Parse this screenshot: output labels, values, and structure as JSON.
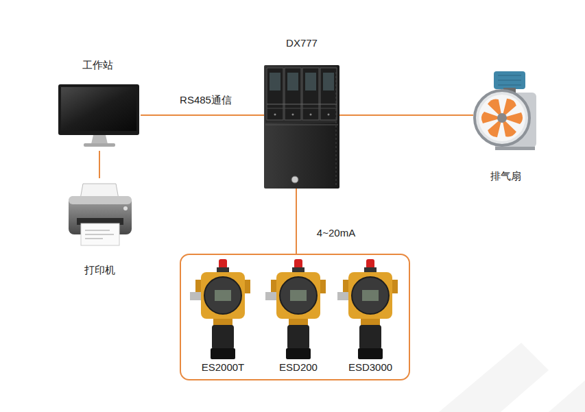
{
  "diagram": {
    "nodes": [
      {
        "text": [
          "DX777"
        ]
      },
      {
        "text": [
          "工作站"
        ]
      },
      {
        "text": [
          "排气扇"
        ]
      },
      {
        "text": [
          "打印机"
        ]
      },
      {
        "text": []
      },
      {
        "text": [
          "ES2000T"
        ],
        "in": 4
      },
      {
        "text": [
          "ESD200"
        ],
        "in": 4
      },
      {
        "text": [
          "ESD3000"
        ],
        "in": 4
      }
    ],
    "edges": [
      {
        "from": 1,
        "to": 0,
        "arrow": "none",
        "label": "RS485通信"
      },
      {
        "from": 1,
        "to": 3,
        "arrow": "none"
      },
      {
        "from": 0,
        "to": 2,
        "arrow": "none"
      },
      {
        "from": 0,
        "to": 4,
        "arrow": "none",
        "label": "4~20mA"
      }
    ]
  }
}
